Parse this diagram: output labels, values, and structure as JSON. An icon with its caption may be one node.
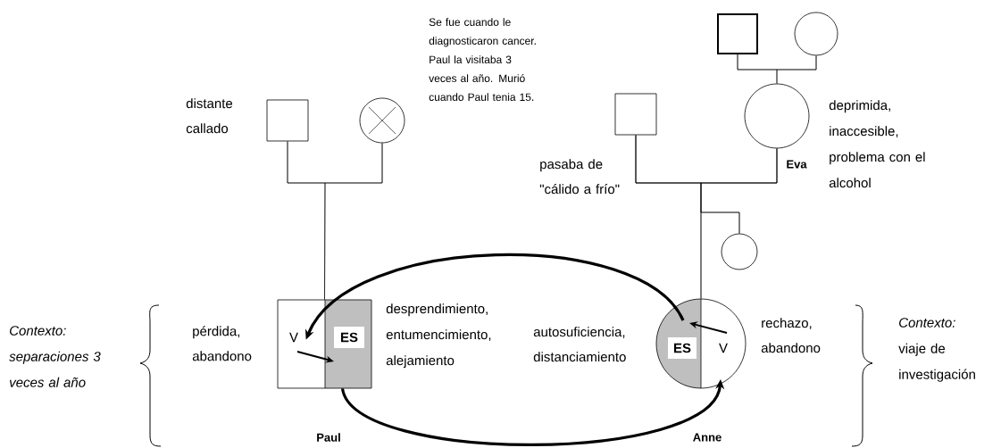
{
  "diagram": {
    "nodes": [
      {
        "text": [],
        "shape": "box",
        "beside": [
          "distante callado"
        ]
      },
      {
        "text": [],
        "shape": "circle",
        "beside": [
          "Se fue cuando le diagnosticaron cancer. Paul la visitaba 3 veces al año. Murió cuando Paul tenia 15."
        ]
      },
      {
        "text": [],
        "shape": "box",
        "beside": [
          "pasaba de \"cálido a frío\""
        ]
      },
      {
        "text": [],
        "shape": "box"
      },
      {
        "text": [],
        "shape": "circle"
      },
      {
        "text": [
          "Eva"
        ],
        "beside": [
          "deprimida, inaccesible, problema con el alcohol"
        ]
      },
      {
        "text": [],
        "shape": "circle"
      },
      {
        "text": [
          "V",
          "ES",
          "Paul"
        ],
        "beside": [
          "pérdida, abandono",
          "desprendimiento, entumencimiento, alejamiento"
        ]
      },
      {
        "text": [
          "ES",
          "V",
          "Anne"
        ],
        "beside": [
          "autosuficiencia, distanciamiento",
          "rechazo, abandono"
        ]
      }
    ],
    "edges": [
      {
        "from": 0,
        "to": 1,
        "arrow": "none"
      },
      {
        "from": 0,
        "to": 7,
        "arrow": "none"
      },
      {
        "from": 1,
        "to": 7,
        "arrow": "none"
      },
      {
        "from": 3,
        "to": 4,
        "arrow": "none"
      },
      {
        "from": 3,
        "to": 5,
        "arrow": "none"
      },
      {
        "from": 4,
        "to": 5,
        "arrow": "none"
      },
      {
        "from": 2,
        "to": 5,
        "arrow": "none"
      },
      {
        "from": 2,
        "to": 8,
        "arrow": "none"
      },
      {
        "from": 5,
        "to": 8,
        "arrow": "none"
      },
      {
        "from": 2,
        "to": 6,
        "arrow": "none"
      },
      {
        "from": 5,
        "to": 6,
        "arrow": "none"
      },
      {
        "from": 8,
        "to": 7,
        "arrow": "to",
        "style": "thick"
      },
      {
        "from": 7,
        "to": 8,
        "arrow": "to",
        "style": "thick"
      }
    ],
    "labels": [
      "Contexto: separaciones 3 veces al año",
      "*Contexto:* viaje de investigación"
    ]
  }
}
